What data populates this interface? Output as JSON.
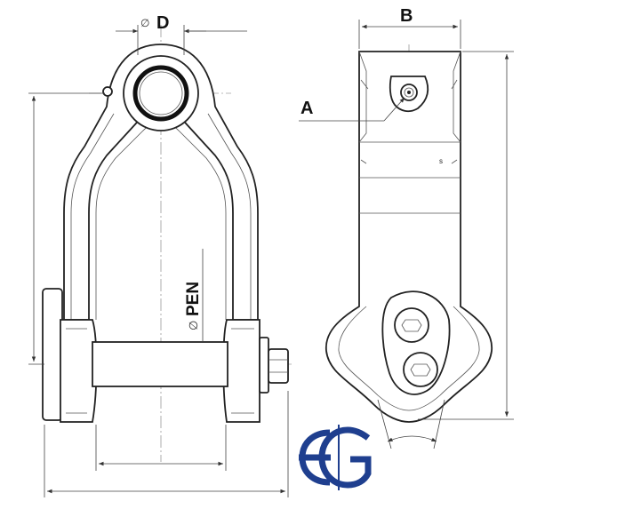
{
  "labels": {
    "d": "D",
    "diameter_symbol": "∅",
    "b": "B",
    "a": "A",
    "pen": "PEN"
  },
  "logo": {
    "text": "EG",
    "color": "#1f3f8f"
  },
  "colors": {
    "line": "#222222",
    "dimension": "#444444",
    "centerline": "#777777"
  }
}
